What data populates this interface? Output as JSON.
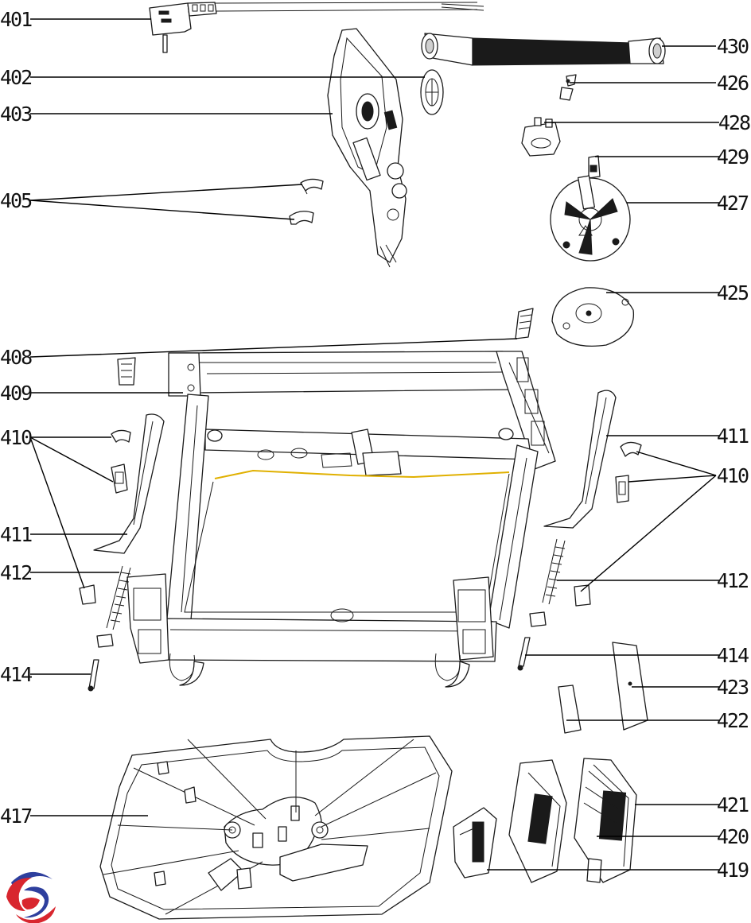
{
  "labels": {
    "p401": "401",
    "p402": "402",
    "p403": "403",
    "p405": "405",
    "p408": "408",
    "p409": "409",
    "p410_left": "410",
    "p411_left": "411",
    "p412_left": "412",
    "p414_left": "414",
    "p417": "417",
    "p430": "430",
    "p426": "426",
    "p428": "428",
    "p429": "429",
    "p427": "427",
    "p425": "425",
    "p411_right": "411",
    "p410_right": "410",
    "p412_right": "412",
    "p414_right": "414",
    "p423": "423",
    "p422": "422",
    "p421": "421",
    "p420": "420",
    "p419": "419"
  },
  "colors": {
    "line": "#1a1a1a",
    "accent_yellow": "#e0b000",
    "logo_blue": "#2e3f9e",
    "logo_red": "#d8262e"
  },
  "icons": {
    "logo": "brand-logo-icon"
  }
}
